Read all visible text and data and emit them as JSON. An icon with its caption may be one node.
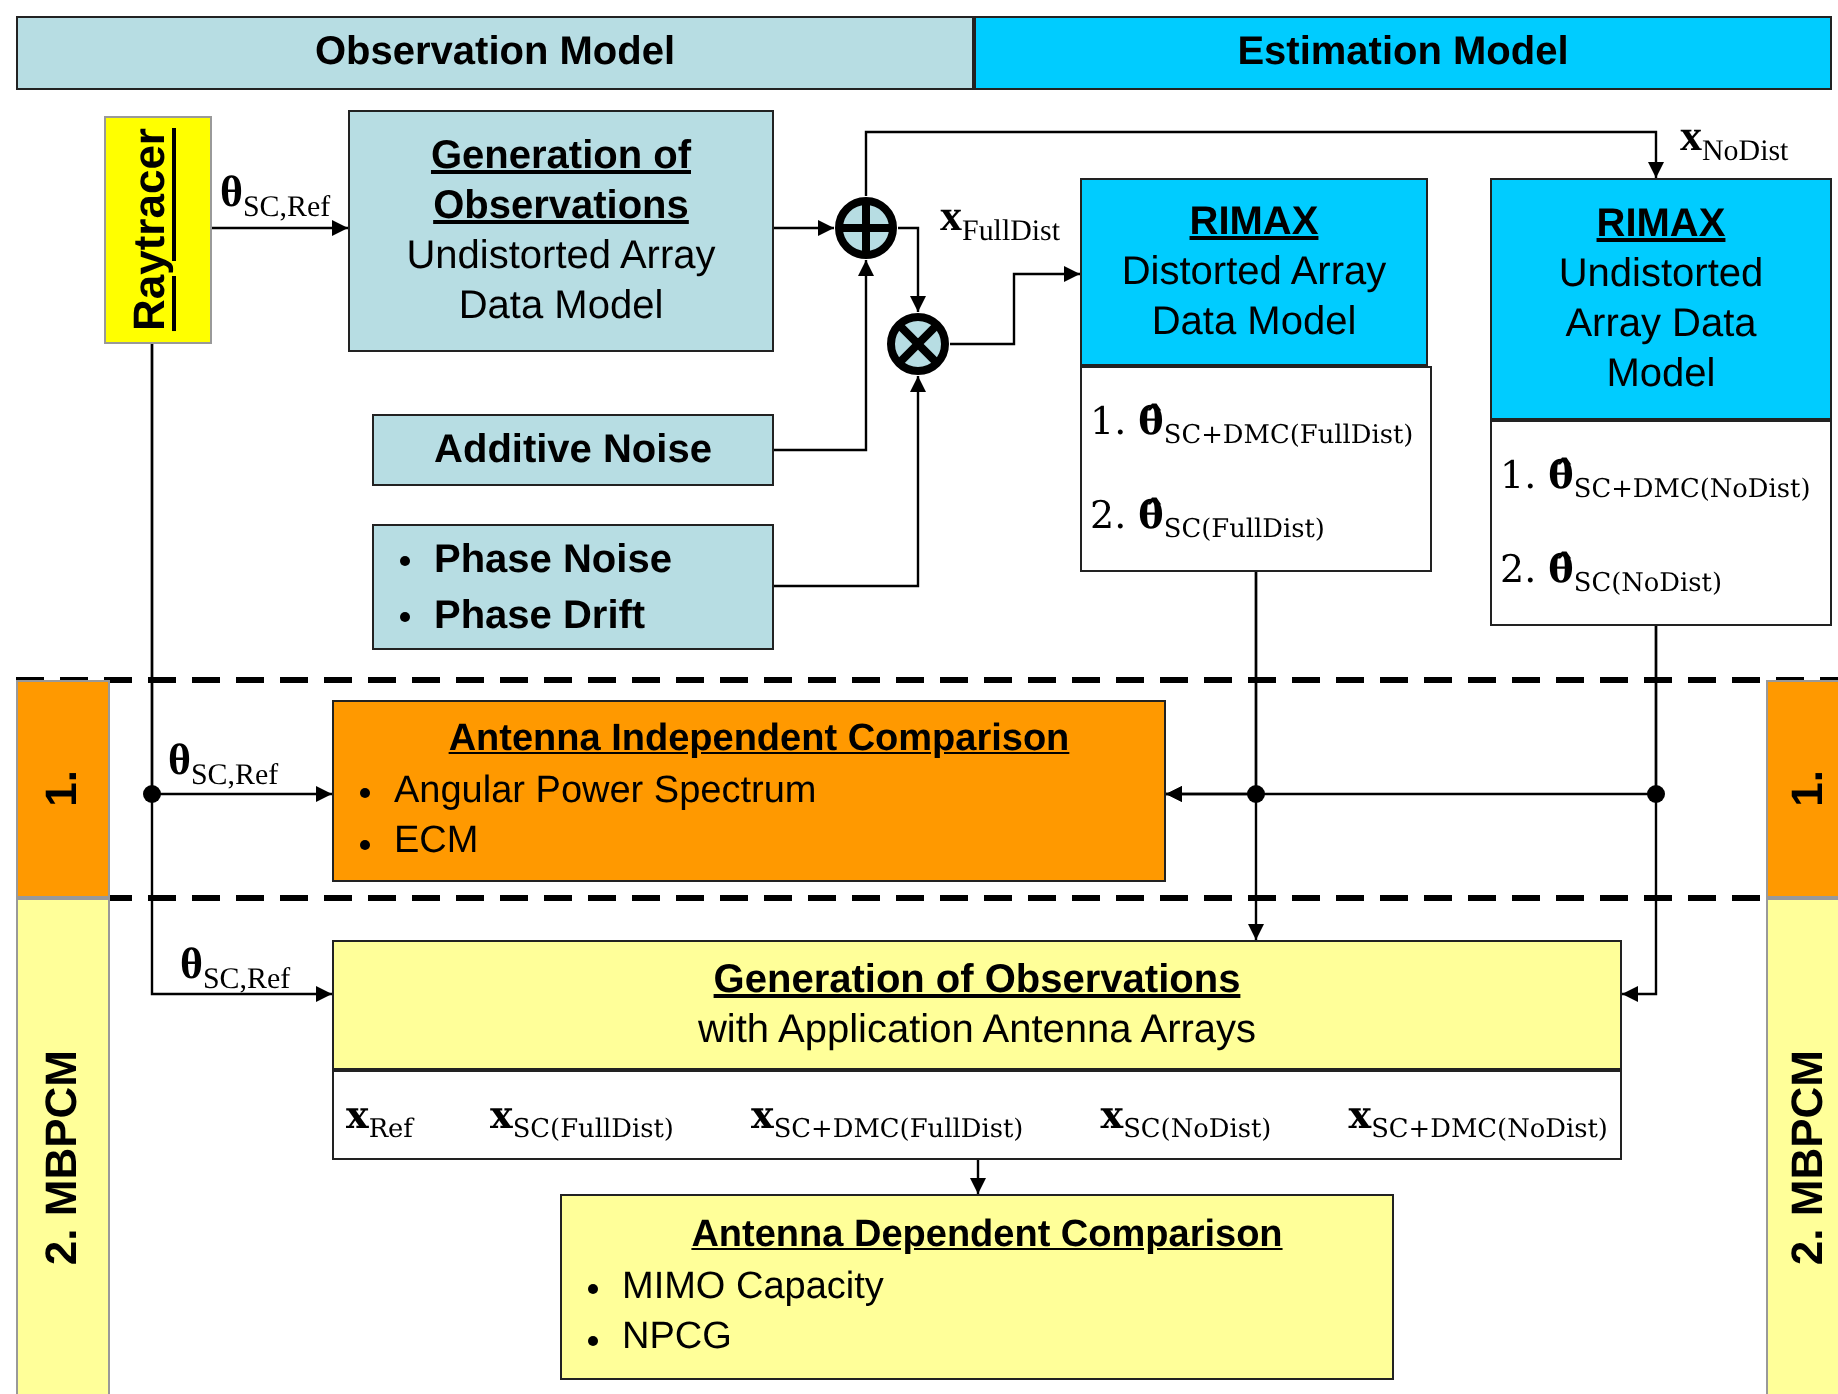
{
  "diagram": {
    "nodes": [
      {
        "text": [
          "Observation Model"
        ]
      },
      {
        "text": [
          "Estimation Model"
        ]
      },
      {
        "text": [
          "Raytracer"
        ]
      },
      {
        "text": [
          "Generation of Observations",
          "Undistorted Array Data Model"
        ]
      },
      {
        "text": [],
        "shape": "circle"
      },
      {
        "text": [],
        "shape": "circle"
      },
      {
        "text": [
          "Additive Noise"
        ]
      },
      {
        "text": [
          "Phase Noise",
          "Phase Drift"
        ]
      },
      {
        "text": [
          "RIMAX",
          "Distorted Array Data Model"
        ]
      },
      {
        "text": [
          "1. **θ̂**$_{SC+DMC(FullDist)}$",
          "2. **θ̂**$_{SC(FullDist)}$"
        ]
      },
      {
        "text": [
          "RIMAX",
          "Undistorted Array Data Model"
        ]
      },
      {
        "text": [
          "1. **θ̂**$_{SC+DMC(NoDist)}$",
          "2. **θ̂**$_{SC(NoDist)}$"
        ]
      },
      {
        "text": [
          "1."
        ]
      },
      {
        "text": [
          "1."
        ]
      },
      {
        "text": [
          "Antenna Independent Comparison",
          "Angular Power Spectrum",
          "ECM"
        ]
      },
      {
        "text": [
          "2. MBPCM"
        ]
      },
      {
        "text": [
          "2. MBPCM"
        ]
      },
      {
        "text": [
          "Generation of Observations",
          "with Application Antenna Arrays"
        ]
      },
      {
        "text": [
          "**x**$_{Ref}$",
          "**x**$_{SC(FullDist)}$",
          "**x**$_{SC+DMC(FullDist)}$",
          "**x**$_{SC(NoDist)}$",
          "**x**$_{SC+DMC(NoDist)}$"
        ]
      },
      {
        "text": [
          "Antenna Dependent Comparison",
          "MIMO Capacity",
          "NPCG"
        ]
      }
    ],
    "edges": [
      {
        "from": 2,
        "to": 3,
        "arrow": "to",
        "label": "**θ**$_{SC,Ref}$"
      },
      {
        "from": 3,
        "to": 4,
        "arrow": "to"
      },
      {
        "from": 6,
        "to": 4,
        "arrow": "to"
      },
      {
        "from": 4,
        "to": 5,
        "arrow": "to"
      },
      {
        "from": 7,
        "to": 5,
        "arrow": "to"
      },
      {
        "from": 5,
        "to": 8,
        "arrow": "to",
        "label": "**x**$_{FullDist}$"
      },
      {
        "from": 4,
        "to": 10,
        "arrow": "to",
        "label": "**x**$_{NoDist}$"
      },
      {
        "from": 2,
        "to": 14,
        "arrow": "to",
        "label": "**θ**$_{SC,Ref}$"
      },
      {
        "from": 2,
        "to": 17,
        "arrow": "to",
        "label": "**θ**$_{SC,Ref}$"
      },
      {
        "from": 9,
        "to": 14,
        "arrow": "to"
      },
      {
        "from": 11,
        "to": 14,
        "arrow": "to"
      },
      {
        "from": 9,
        "to": 17,
        "arrow": "to"
      },
      {
        "from": 11,
        "to": 17,
        "arrow": "to"
      },
      {
        "from": 18,
        "to": 19,
        "arrow": "to"
      }
    ]
  }
}
